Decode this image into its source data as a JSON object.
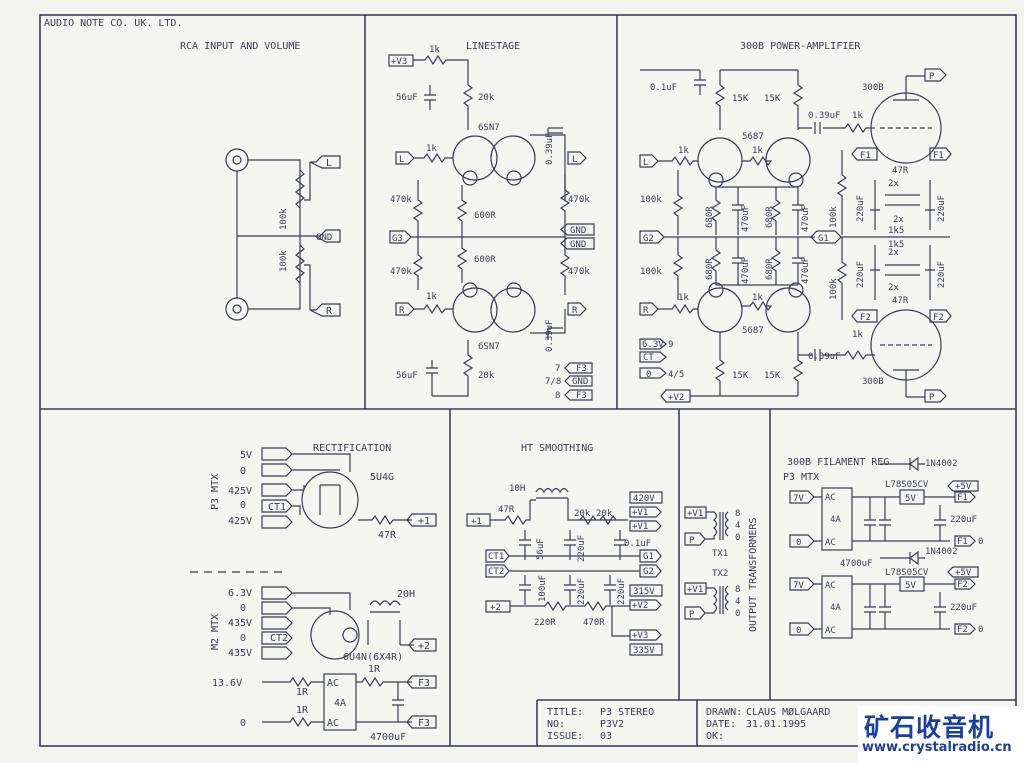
{
  "company": "AUDIO NOTE CO. UK. LTD.",
  "panels": {
    "rca": {
      "title": "RCA INPUT AND VOLUME",
      "labels": {
        "l": "L",
        "r": "R",
        "gnd": "GND",
        "pot1": "100k",
        "pot2": "100k"
      }
    },
    "linestage": {
      "title": "LINESTAGE",
      "labels": {
        "v3": "+V3",
        "r1k_top": "1k",
        "c56_top": "56uF",
        "r20k_top": "20k",
        "tube_top": "6SN7",
        "c039_top": "0.39uF",
        "in_l": "L",
        "r1k_l": "1k",
        "r470_1": "470k",
        "r600_1": "600R",
        "out_l": "L",
        "r470_o1": "470k",
        "g3": "G3",
        "gnd1": "GND",
        "gnd2": "GND",
        "r470_2": "470k",
        "r600_2": "600R",
        "r470_o2": "470k",
        "in_r": "R",
        "r1k_r": "1k",
        "out_r": "R",
        "c039_bot": "0.39uF",
        "tube_bot": "6SN7",
        "c56_bot": "56uF",
        "r20k_bot": "20k",
        "p7": "7",
        "f3a": "F3",
        "p78": "7/8",
        "gnd3": "GND",
        "p8": "8",
        "f3b": "F3"
      }
    },
    "power_amp": {
      "title": "300B POWER-AMPLIFIER",
      "labels": {
        "c01": "0.1uF",
        "r15k_1": "15K",
        "r15k_2": "15K",
        "tube_top": "5687",
        "c039_top": "0.39uF",
        "r1k_top": "1k",
        "t300b_top": "300B",
        "p_top": "P",
        "in_l": "L",
        "r1k_l": "1k",
        "r1k_m": "1k",
        "f1a": "F1",
        "f1b": "F1",
        "r47r_top": "47R",
        "r100k_1": "100k",
        "r680_1": "680R",
        "c470_1": "470uF",
        "r680_2": "680R",
        "c470_2": "470uF",
        "r100k_m1": "100k",
        "c220_1": "220uF",
        "r2x_1": "2x",
        "c220_2": "220uF",
        "r2x_2": "2x",
        "g2": "G2",
        "g1": "G1",
        "r1k5_1": "1k5",
        "r1k5_2": "1k5",
        "r100k_2": "100k",
        "r680_3": "680R",
        "c470_3": "470uF",
        "r680_4": "680R",
        "c470_4": "470uF",
        "c220_3": "220uF",
        "r2x_3": "2x",
        "c220_4": "220uF",
        "r2x_4": "2x",
        "r100k_m2": "100k",
        "in_r": "R",
        "r1k_r": "1k",
        "r1k_m2": "1k",
        "r47r_bot": "47R",
        "f2a": "F2",
        "f2b": "F2",
        "tube_bot": "5687",
        "r1k_bot": "1k",
        "v63": "6.3V",
        "ct": "CT",
        "zero": "0",
        "p9": "9",
        "p45": "4/5",
        "c039_bot": "0.39uF",
        "r15k_3": "15K",
        "r15k_4": "15K",
        "t300b_bot": "300B",
        "p_bot": "P",
        "v2": "+V2"
      }
    },
    "rectification": {
      "title": "RECTIFICATION",
      "labels": {
        "p3mtx": "P3 MTX",
        "v5": "5V",
        "z1": "0",
        "v425a": "425V",
        "z2": "0",
        "v425b": "425V",
        "tube": "5U4G",
        "ct1": "CT1",
        "r47r": "47R",
        "plus1": "+1",
        "m2mtx": "M2 MTX",
        "v63": "6.3V",
        "z3": "0",
        "v435a": "435V",
        "z4": "0",
        "v435b": "435V",
        "ct2": "CT2",
        "choke": "20H",
        "tube2": "6U4N(6X4R)",
        "plus2": "+2",
        "v136": "13.6V",
        "r1ra": "1R",
        "r1rb": "1R",
        "r1rc": "1R",
        "z5": "0",
        "reg4a": "4A",
        "ac1": "AC",
        "ac2": "AC",
        "f3a": "F3",
        "f3b": "F3",
        "c4700": "4700uF"
      }
    },
    "ht_smoothing": {
      "title": "HT SMOOTHING",
      "labels": {
        "choke": "10H",
        "r47r": "47R",
        "plus1": "+1",
        "r20k_a": "20k",
        "r20k_b": "20k",
        "v420": "420V",
        "v1a": "+V1",
        "v1b": "+V1",
        "c56": "56uF",
        "c220_1": "220uF",
        "c01": "0.1uF",
        "ct1": "CT1",
        "ct2": "CT2",
        "g1": "G1",
        "g2": "G2",
        "c100": "100uF",
        "c220_2": "220uF",
        "c220_3": "220uF",
        "v315": "315V",
        "plus2": "+2",
        "v2": "+V2",
        "r220": "220R",
        "r470": "470R",
        "v3": "+V3",
        "v335": "335V"
      }
    },
    "output_transformers": {
      "title": "OUTPUT TRANSFORMERS",
      "labels": {
        "v1a": "+V1",
        "pa": "P",
        "tx1": "TX1",
        "v1b": "+V1",
        "pb": "P",
        "tx2": "TX2",
        "n8a": "8",
        "n4a": "4",
        "n0a": "0",
        "n8b": "8",
        "n4b": "4",
        "n0b": "0"
      }
    },
    "filament_reg": {
      "title": "300B FILAMENT REG",
      "subtitle": "P3 MTX",
      "labels": {
        "d1": "1N4002",
        "v7a": "7V",
        "za": "0",
        "ac1": "AC",
        "ac2": "AC",
        "reg1": "4A",
        "ic1": "L78S05CV",
        "v5a": "5V",
        "p5a": "+5V",
        "f1a": "F1",
        "f1b": "F1",
        "c220a": "220uF",
        "c4700": "4700uF",
        "d2": "1N4002",
        "v7b": "7V",
        "zb": "0",
        "ac3": "AC",
        "ac4": "AC",
        "reg2": "4A",
        "ic2": "L78S05CV",
        "v5b": "5V",
        "p5b": "+5V",
        "f2a": "F2",
        "f2b": "F2",
        "c220b": "220uF",
        "f1z": "0",
        "f2z": "0"
      }
    }
  },
  "title_block": {
    "title_label": "TITLE:",
    "title": "P3 STEREO",
    "no_label": "NO:",
    "no": "P3V2",
    "issue_label": "ISSUE:",
    "issue": "03",
    "drawn_label": "DRAWN:",
    "drawn": "CLAUS MØLGAARD",
    "date_label": "DATE:",
    "date": "31.01.1995",
    "ok_label": "OK:",
    "ok": ""
  },
  "watermark": {
    "text": "矿石收音机",
    "url": "www.crystalradio.cn"
  },
  "colors": {
    "ink": "#3a3d52",
    "paper": "#f4f4f1",
    "brand": "#1b3f9c"
  }
}
